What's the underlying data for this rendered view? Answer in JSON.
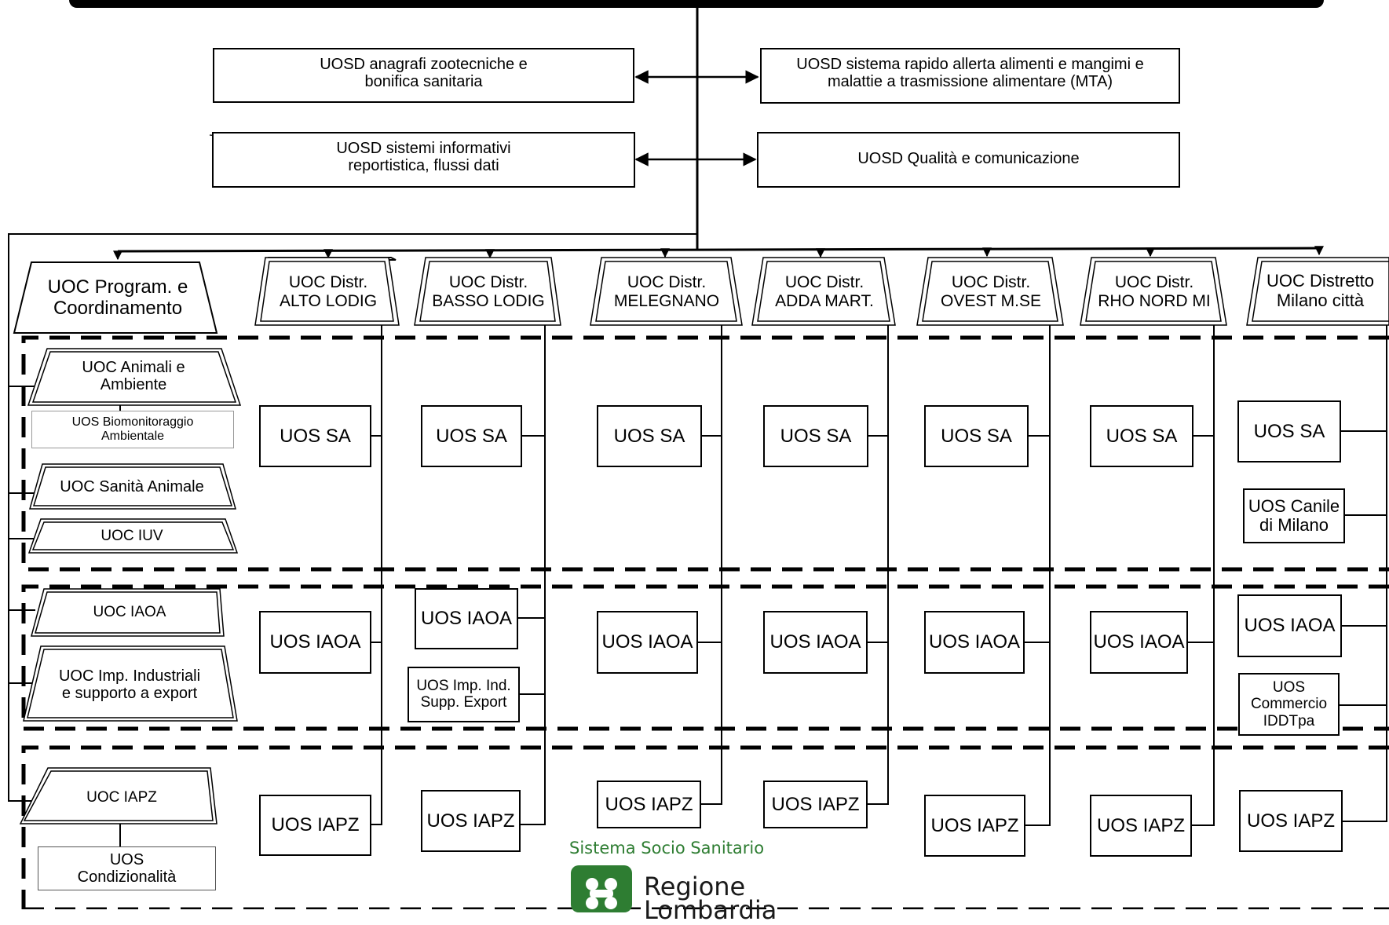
{
  "uosd": {
    "anagrafi": "UOSD anagrafi zootecniche e\nbonifica sanitaria",
    "allerta": "UOSD sistema rapido allerta alimenti e mangimi e\nmalattie a trasmissione alimentare (MTA)",
    "sistemi": "UOSD sistemi informativi\nreportistica, flussi dati",
    "qualita": "UOSD Qualità e comunicazione"
  },
  "uoc_top": {
    "program": "UOC Program. e\nCoordinamento",
    "alto_lodig": "UOC Distr.\nALTO LODIG",
    "basso_lodig": "UOC Distr.\nBASSO LODIG",
    "melegnano": "UOC Distr.\nMELEGNANO",
    "adda": "UOC Distr.\nADDA MART.",
    "ovest": "UOC Distr.\nOVEST M.SE",
    "rho": "UOC Distr.\nRHO NORD MI",
    "milano": "UOC Distretto\nMilano città"
  },
  "left_col": {
    "animali_ambiente": "UOC Animali e\nAmbiente",
    "biomonitoraggio": "UOS Biomonitoraggio\nAmbientale",
    "sanita_animale": "UOC Sanità Animale",
    "iuv": "UOC IUV",
    "iaoa": "UOC IAOA",
    "imp_industriali": "UOC Imp. Industriali\ne supporto a export",
    "iapz": "UOC IAPZ",
    "condizionalita": "UOS\nCondizionalità"
  },
  "uos": {
    "sa": "UOS SA",
    "iaoa": "UOS IAOA",
    "iapz": "UOS IAPZ",
    "canile": "UOS Canile\ndi Milano",
    "imp_ind": "UOS Imp. Ind.\nSupp. Export",
    "commercio": "UOS\nCommercio\nIDDTpa"
  },
  "brand": {
    "tagline": "Sistema Socio Sanitario",
    "name_line1": "Regione",
    "name_line2": "Lombardia"
  },
  "colors": {
    "line": "#000000",
    "brand_green": "#2e7d32"
  }
}
